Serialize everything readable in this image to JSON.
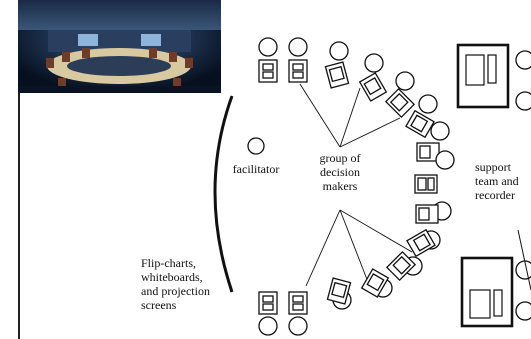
{
  "diagram": {
    "labels": {
      "facilitator": "facilitator",
      "decision_makers": "group of\ndecision\nmakers",
      "support": "support\nteam and\nrecorder",
      "screens": "Flip-charts,\nwhiteboards,\nand projection\nscreens"
    },
    "photo": {
      "description_icon": "conference-room-photo"
    },
    "colors": {
      "ink": "#111111",
      "photo_bg": "#0c1a33",
      "photo_table": "#d8c9a0"
    }
  }
}
